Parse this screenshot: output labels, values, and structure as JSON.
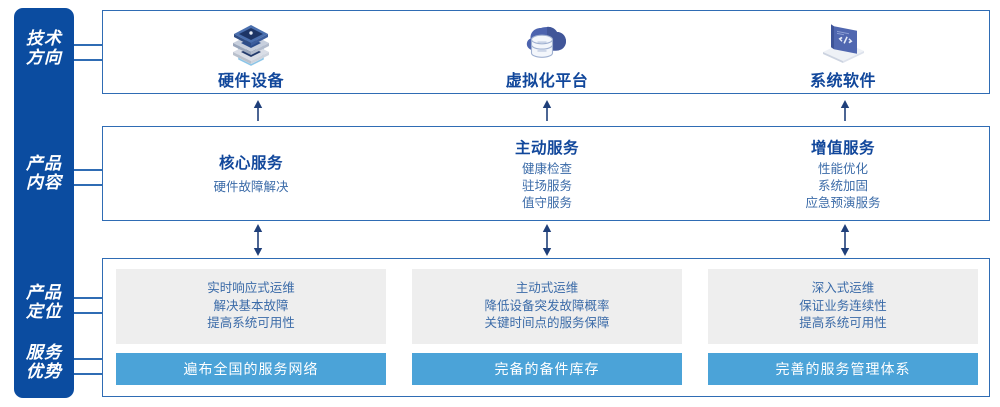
{
  "rail": {
    "items": [
      {
        "name": "tech-direction",
        "line1": "技术",
        "line2": "方向"
      },
      {
        "name": "product-content",
        "line1": "产品",
        "line2": "内容"
      },
      {
        "name": "product-position",
        "line1": "产品",
        "line2": "定位"
      },
      {
        "name": "service-advantage",
        "line1": "服务",
        "line2": "优势"
      }
    ],
    "color": "#0b4ca0"
  },
  "colors": {
    "rail_blue": "#0b4ca0",
    "border_blue": "#2f6cb4",
    "heading_blue": "#11479b",
    "body_blue": "#3b6ba8",
    "bar_blue": "#4ba3d8",
    "gray_box": "#eeeeee",
    "arrow_navy": "#1f3f7a"
  },
  "tech_direction": {
    "columns": [
      {
        "icon": "server-stack-icon",
        "label": "硬件设备"
      },
      {
        "icon": "cloud-database-icon",
        "label": "虚拟化平台"
      },
      {
        "icon": "laptop-code-icon",
        "label": "系统软件"
      }
    ]
  },
  "product_content": {
    "columns": [
      {
        "heading": "核心服务",
        "items": [
          "硬件故障解决"
        ]
      },
      {
        "heading": "主动服务",
        "items": [
          "健康检查",
          "驻场服务",
          "值守服务"
        ]
      },
      {
        "heading": "增值服务",
        "items": [
          "性能优化",
          "系统加固",
          "应急预演服务"
        ]
      }
    ]
  },
  "product_positioning": {
    "columns": [
      {
        "lines": [
          "实时响应式运维",
          "解决基本故障",
          "提高系统可用性"
        ],
        "advantage": "遍布全国的服务网络"
      },
      {
        "lines": [
          "主动式运维",
          "降低设备突发故障概率",
          "关键时间点的服务保障"
        ],
        "advantage": "完备的备件库存"
      },
      {
        "lines": [
          "深入式运维",
          "保证业务连续性",
          "提高系统可用性"
        ],
        "advantage": "完善的服务管理体系"
      }
    ]
  },
  "arrows": {
    "up_single": "arrow-up",
    "double": "arrow-up-down"
  }
}
